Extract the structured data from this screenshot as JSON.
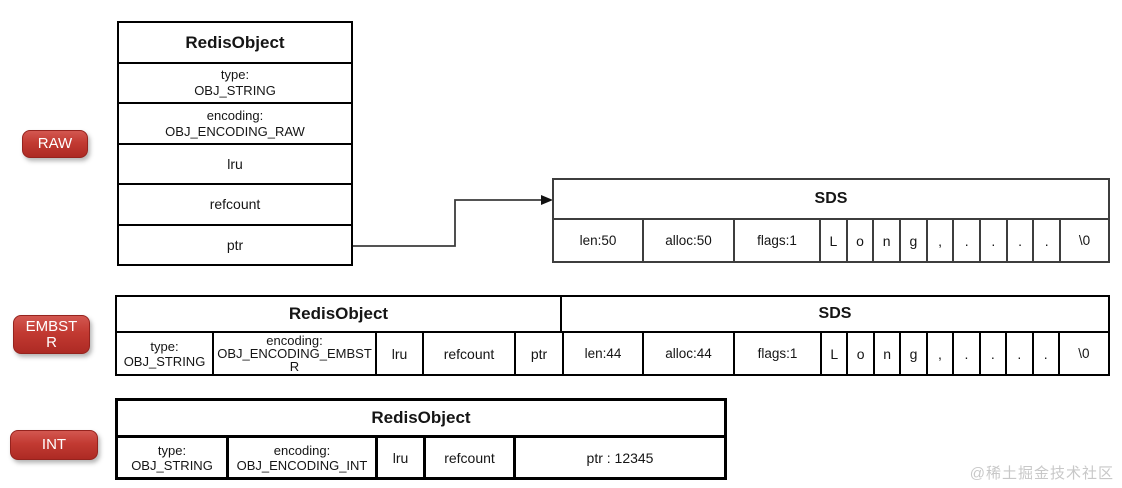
{
  "colors": {
    "badge_red": "#c23a32",
    "table_border_black": "#000000",
    "sds_border_gray": "#3e3e3e",
    "watermark_gray": "#c8c8c8"
  },
  "raw": {
    "badge": "RAW",
    "redis_object": {
      "title": "RedisObject",
      "type_label": "type:",
      "type_value": "OBJ_STRING",
      "encoding_label": "encoding:",
      "encoding_value": "OBJ_ENCODING_RAW",
      "lru": "lru",
      "refcount": "refcount",
      "ptr": "ptr"
    },
    "sds": {
      "title": "SDS",
      "len": "len:50",
      "alloc": "alloc:50",
      "flags": "flags:1",
      "chars": [
        "L",
        "o",
        "n",
        "g",
        ",",
        ".",
        ".",
        ".",
        "."
      ],
      "terminator": "\\0"
    }
  },
  "embstr": {
    "badge": "EMBSTR",
    "redis_object": {
      "title": "RedisObject",
      "type_label": "type:",
      "type_value": "OBJ_STRING",
      "encoding_label": "encoding:",
      "encoding_value": "OBJ_ENCODING_EMBSTR",
      "lru": "lru",
      "refcount": "refcount",
      "ptr": "ptr"
    },
    "sds": {
      "title": "SDS",
      "len": "len:44",
      "alloc": "alloc:44",
      "flags": "flags:1",
      "chars": [
        "L",
        "o",
        "n",
        "g",
        ",",
        ".",
        ".",
        ".",
        "."
      ],
      "terminator": "\\0"
    }
  },
  "int": {
    "badge": "INT",
    "redis_object": {
      "title": "RedisObject",
      "type_label": "type:",
      "type_value": "OBJ_STRING",
      "encoding_label": "encoding:",
      "encoding_value": "OBJ_ENCODING_INT",
      "lru": "lru",
      "refcount": "refcount",
      "ptr": "ptr : 12345"
    }
  },
  "watermark": "@稀土掘金技术社区"
}
